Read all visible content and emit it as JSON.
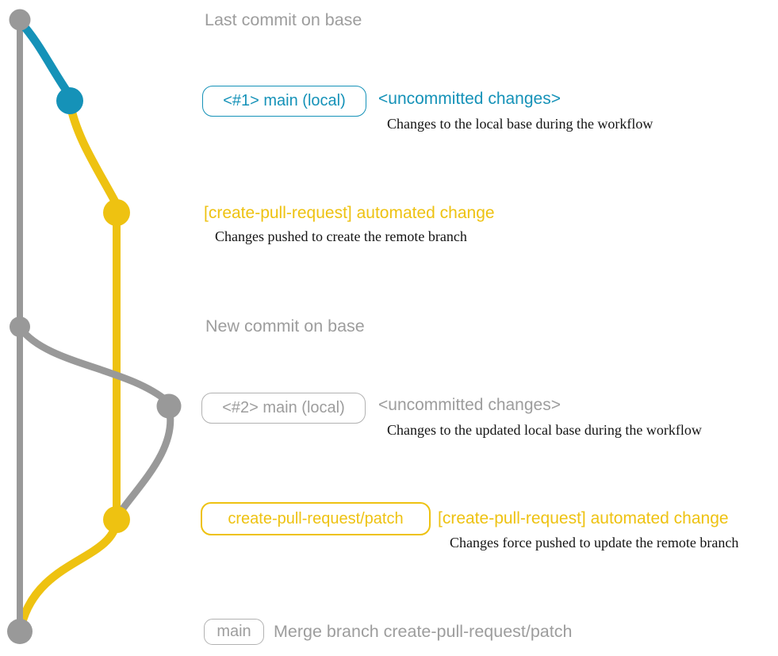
{
  "colors": {
    "base": "#999999",
    "local": "#1592B8",
    "patch": "#EEC211",
    "muted_text": "#9D9D9D",
    "note_text": "#141414",
    "badge_border_gray": "#B2B2B2"
  },
  "graph": {
    "branches": [
      {
        "name": "base",
        "color": "#999999"
      },
      {
        "name": "main (local)",
        "color": "#1592B8"
      },
      {
        "name": "create-pull-request/patch",
        "color": "#EEC211"
      }
    ],
    "commit_count": 7
  },
  "sections": {
    "top": {
      "caption": "Last commit on base"
    },
    "row1": {
      "badge": "<#1> main (local)",
      "headline": "<uncommitted changes>",
      "note": "Changes to the local base during the workflow"
    },
    "row2": {
      "headline": "[create-pull-request] automated change",
      "note": "Changes pushed to create the remote branch"
    },
    "mid": {
      "caption": "New commit on base"
    },
    "row3": {
      "badge": "<#2> main (local)",
      "headline": "<uncommitted changes>",
      "note": "Changes to the updated local base during the workflow"
    },
    "row4": {
      "badge": "create-pull-request/patch",
      "headline": "[create-pull-request] automated change",
      "note": "Changes force pushed to update the remote branch"
    },
    "bottom": {
      "badge": "main",
      "caption": "Merge branch create-pull-request/patch"
    }
  }
}
